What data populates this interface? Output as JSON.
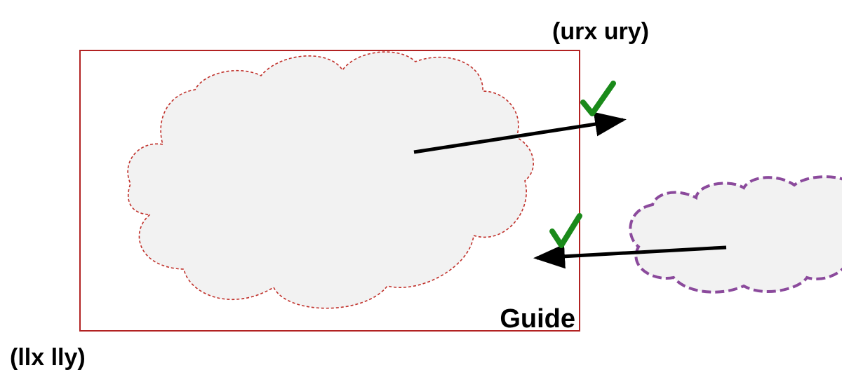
{
  "labels": {
    "upper_right": "(urx ury)",
    "lower_left": "(llx lly)",
    "box": "Guide"
  },
  "colors": {
    "box_border": "#b22222",
    "inner_cloud_border": "#c0302a",
    "outer_cloud_border": "#8b4a9c",
    "cloud_fill": "#f2f2f2",
    "arrow": "#000000",
    "check": "#1a8a1a"
  },
  "icons": {
    "outgoing_check": "check-icon",
    "incoming_check": "check-icon"
  }
}
